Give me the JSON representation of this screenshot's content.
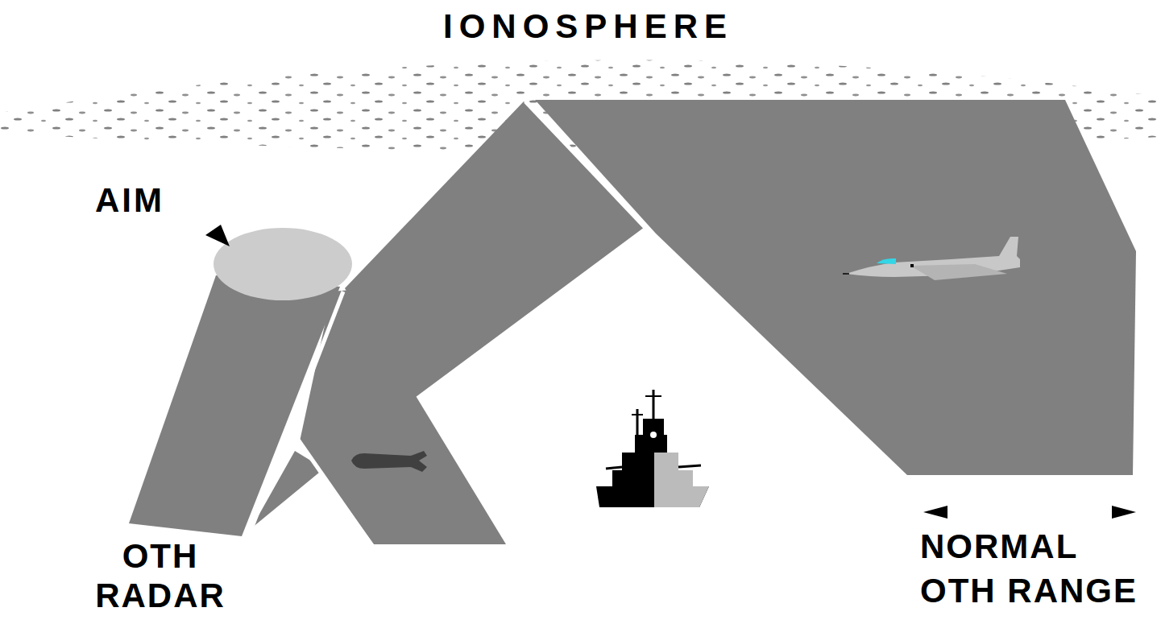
{
  "diagram": {
    "labels": [
      "IONOSPHERE",
      "AIM",
      "OTH RADAR",
      "NORMAL OTH RANGE"
    ]
  }
}
